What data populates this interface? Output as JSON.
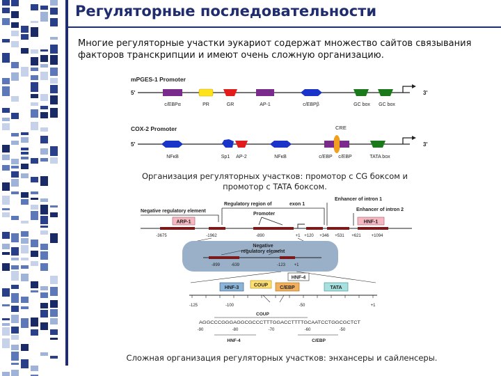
{
  "slide": {
    "title": "Регуляторные последовательности",
    "intro": "Многие регуляторные участки эукариот содержат множество сайтов связывания факторов транскрипции и имеют очень сложную организацию.",
    "caption1": "Организация регуляторных участков: промотор с CG боксом и промотор с TATA боксом.",
    "caption2": "Сложная организация регуляторных участков: энхансеры и сайленсеры."
  },
  "fig1": {
    "mpges": {
      "title": "mPGES-1 Promoter",
      "five": "5'",
      "three": "3'",
      "sites": [
        "c/EBPα",
        "PR",
        "GR",
        "AP-1",
        "c/EBPβ",
        "GC box",
        "GC box"
      ]
    },
    "cox2": {
      "title": "COX-2 Promoter",
      "five": "5'",
      "three": "3'",
      "cre": "CRE",
      "sites": [
        "NFκB",
        "Sp1",
        "AP-2",
        "NFκB",
        "c/EBP",
        "c/EBP",
        "TATA box"
      ]
    }
  },
  "fig2": {
    "labels": {
      "regulatory_region": "Regulatory region of",
      "exon1": "exon 1",
      "enhancer_intron1": "Enhancer of intron 1",
      "enhancer_intron2": "Enhancer of intron 2",
      "negative_element": "Negative regulatory element",
      "promoter": "Promoter",
      "arp1": "ARP-1",
      "hnf1": "HNF-1",
      "neg_box_line1": "Negative",
      "neg_box_line2": "regulatory element",
      "hnf4": "HNF-4",
      "hnf3": "HNF-3",
      "coup": "COUP",
      "cebp": "C/EBP",
      "tata": "TATA",
      "coup_seq": "COUP",
      "cebp_seq": "C/EBP",
      "hnf4_seq": "HNF-4"
    },
    "top_ticks": [
      "-3675",
      "-1962",
      "-890",
      "+1",
      "+120",
      "+346",
      "+531",
      "+621",
      "+1094"
    ],
    "mid_ticks": [
      "-899",
      "-639",
      "-123",
      "+1"
    ],
    "low_ticks": [
      "-125",
      "-100",
      "-50",
      "+1"
    ],
    "sequence": "AGGCCCGGGAGGCGCCCTTTGGACCTTTTGCAATCCTGGCGCTCT",
    "seq_ticks": [
      "-90",
      "-80",
      "-70",
      "-60",
      "-50"
    ]
  }
}
